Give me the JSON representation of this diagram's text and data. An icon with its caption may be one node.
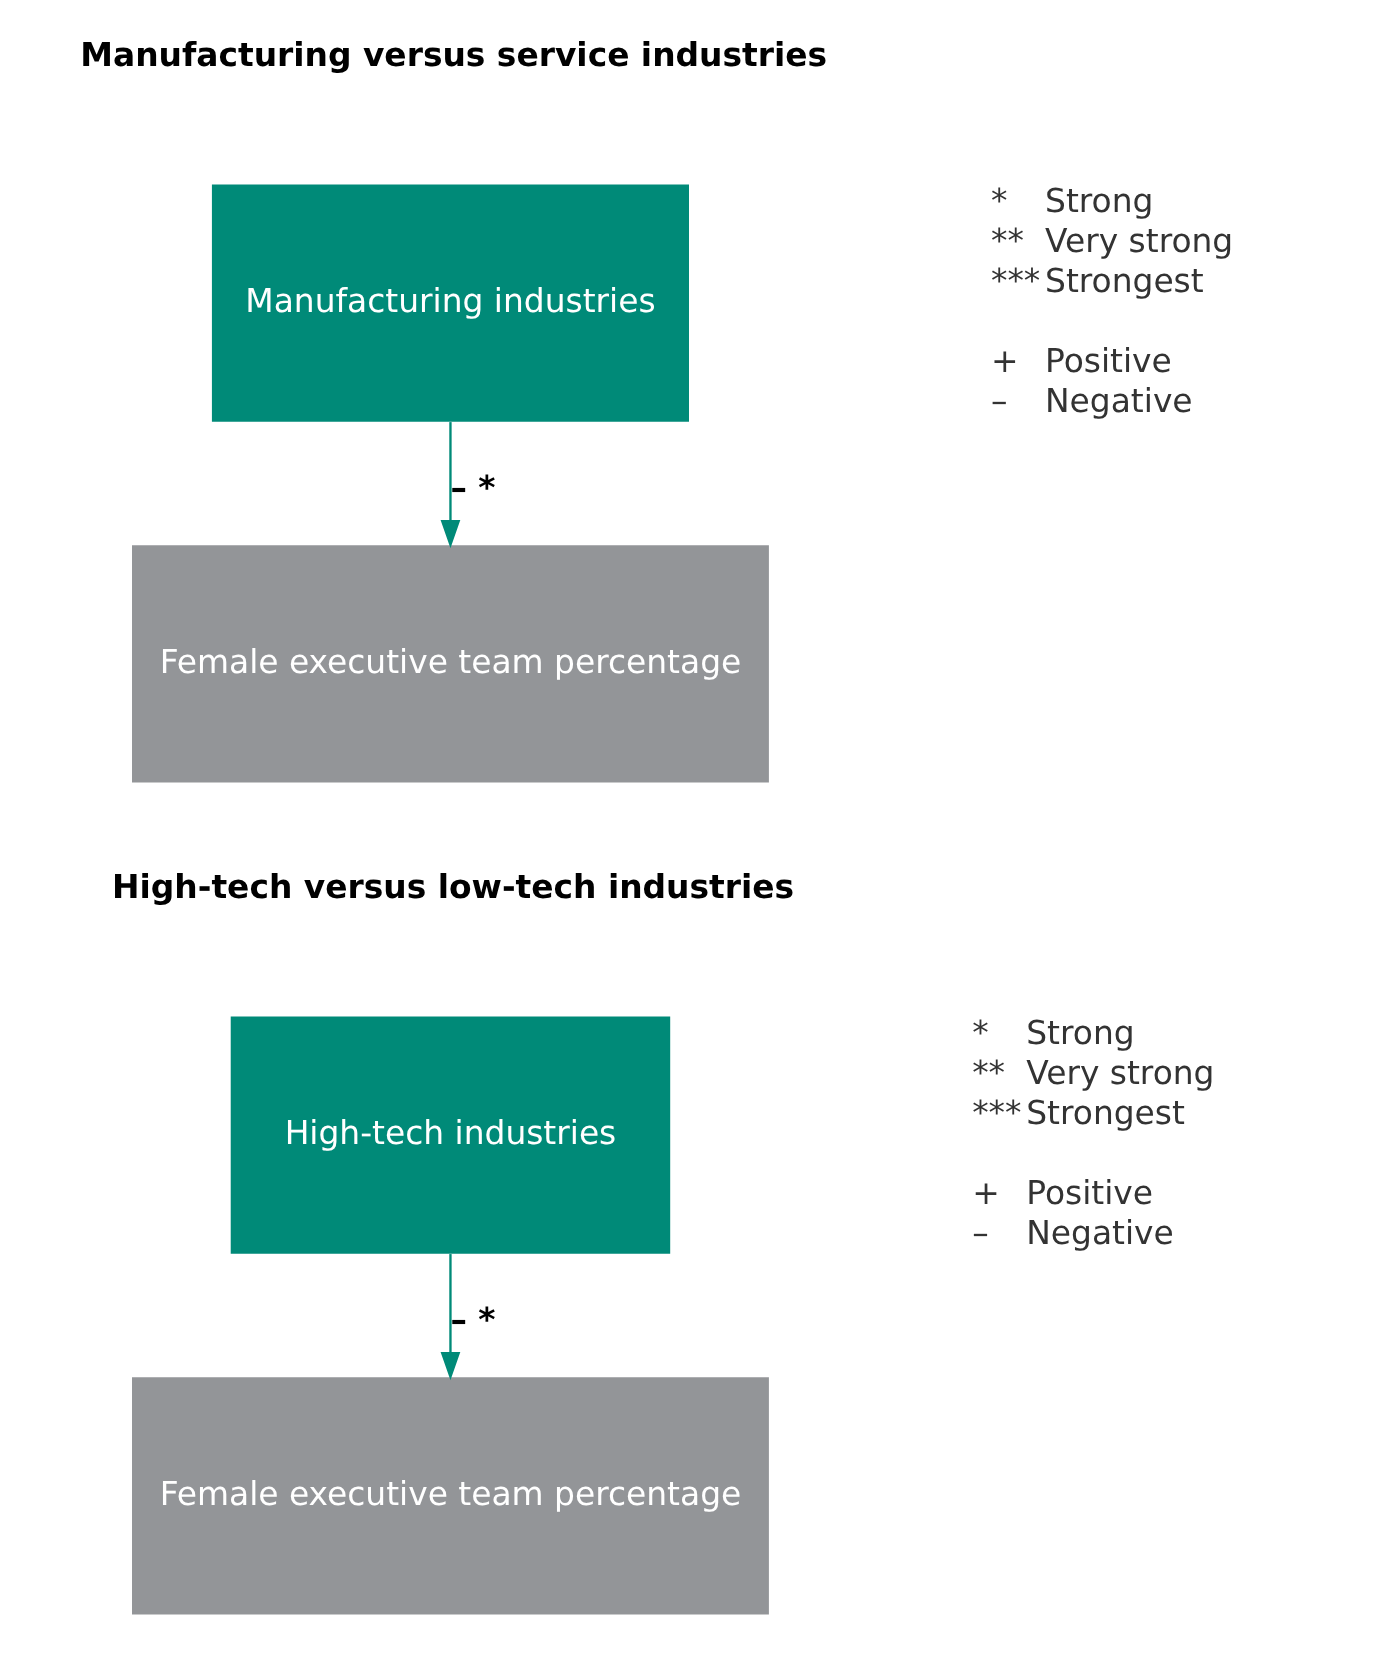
{
  "diagram": {
    "nodes": [
      {
        "text": [
          "Manufacturing industries"
        ]
      },
      {
        "text": [
          "Female executive team percentage"
        ]
      },
      {
        "text": [
          "High-tech industries"
        ]
      },
      {
        "text": [
          "Female executive team percentage"
        ]
      }
    ],
    "edges": [
      {
        "from": 0,
        "to": 1,
        "arrow": "to",
        "label": "– *"
      },
      {
        "from": 2,
        "to": 3,
        "arrow": "to",
        "label": "– *"
      }
    ],
    "labels": [
      "Manufacturing versus service industries",
      "*",
      "Strong",
      "**",
      "Very strong",
      "***",
      "Strongest",
      "+",
      "Positive",
      "–",
      "Negative",
      "High-tech versus low-tech industries",
      "*",
      "Strong",
      "**",
      "Very strong",
      "***",
      "Strongest",
      "+",
      "Positive",
      "–",
      "Negative"
    ]
  }
}
